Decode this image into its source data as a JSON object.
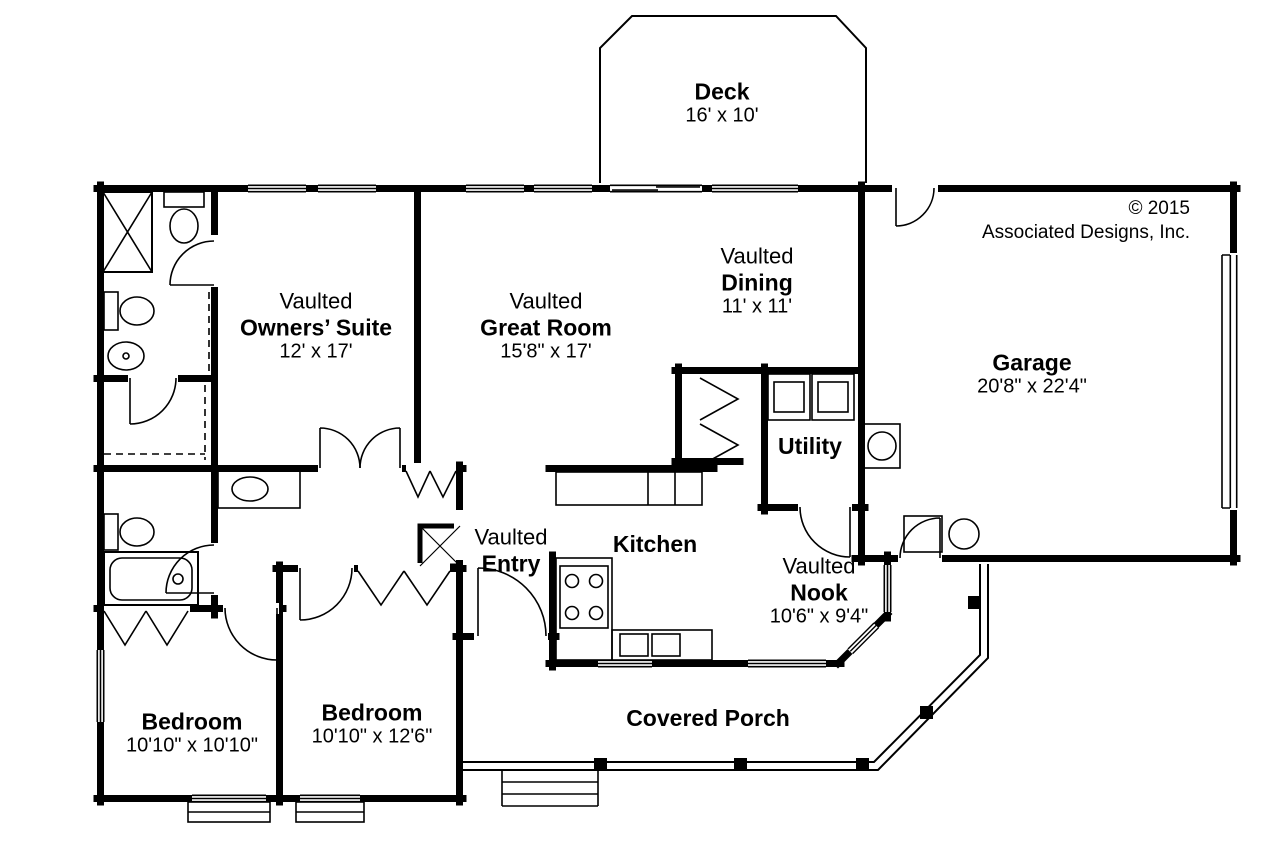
{
  "plan": {
    "copyright_line1": "© 2015",
    "copyright_line2": "Associated Designs, Inc.",
    "rooms": {
      "deck": {
        "name": "Deck",
        "dims": "16' x 10'"
      },
      "owners_suite": {
        "prefix": "Vaulted",
        "name": "Owners’ Suite",
        "dims": "12' x 17'"
      },
      "great_room": {
        "prefix": "Vaulted",
        "name": "Great Room",
        "dims": "15'8\" x 17'"
      },
      "dining": {
        "prefix": "Vaulted",
        "name": "Dining",
        "dims": "11' x 11'"
      },
      "garage": {
        "name": "Garage",
        "dims": "20'8\" x 22'4\""
      },
      "utility": {
        "name": "Utility"
      },
      "entry": {
        "prefix": "Vaulted",
        "name": "Entry"
      },
      "kitchen": {
        "name": "Kitchen"
      },
      "nook": {
        "prefix": "Vaulted",
        "name": "Nook",
        "dims": "10'6\" x 9'4\""
      },
      "bedroom1": {
        "name": "Bedroom",
        "dims": "10'10\" x 10'10\""
      },
      "bedroom2": {
        "name": "Bedroom",
        "dims": "10'10\" x 12'6\""
      },
      "porch": {
        "name": "Covered Porch"
      }
    }
  }
}
